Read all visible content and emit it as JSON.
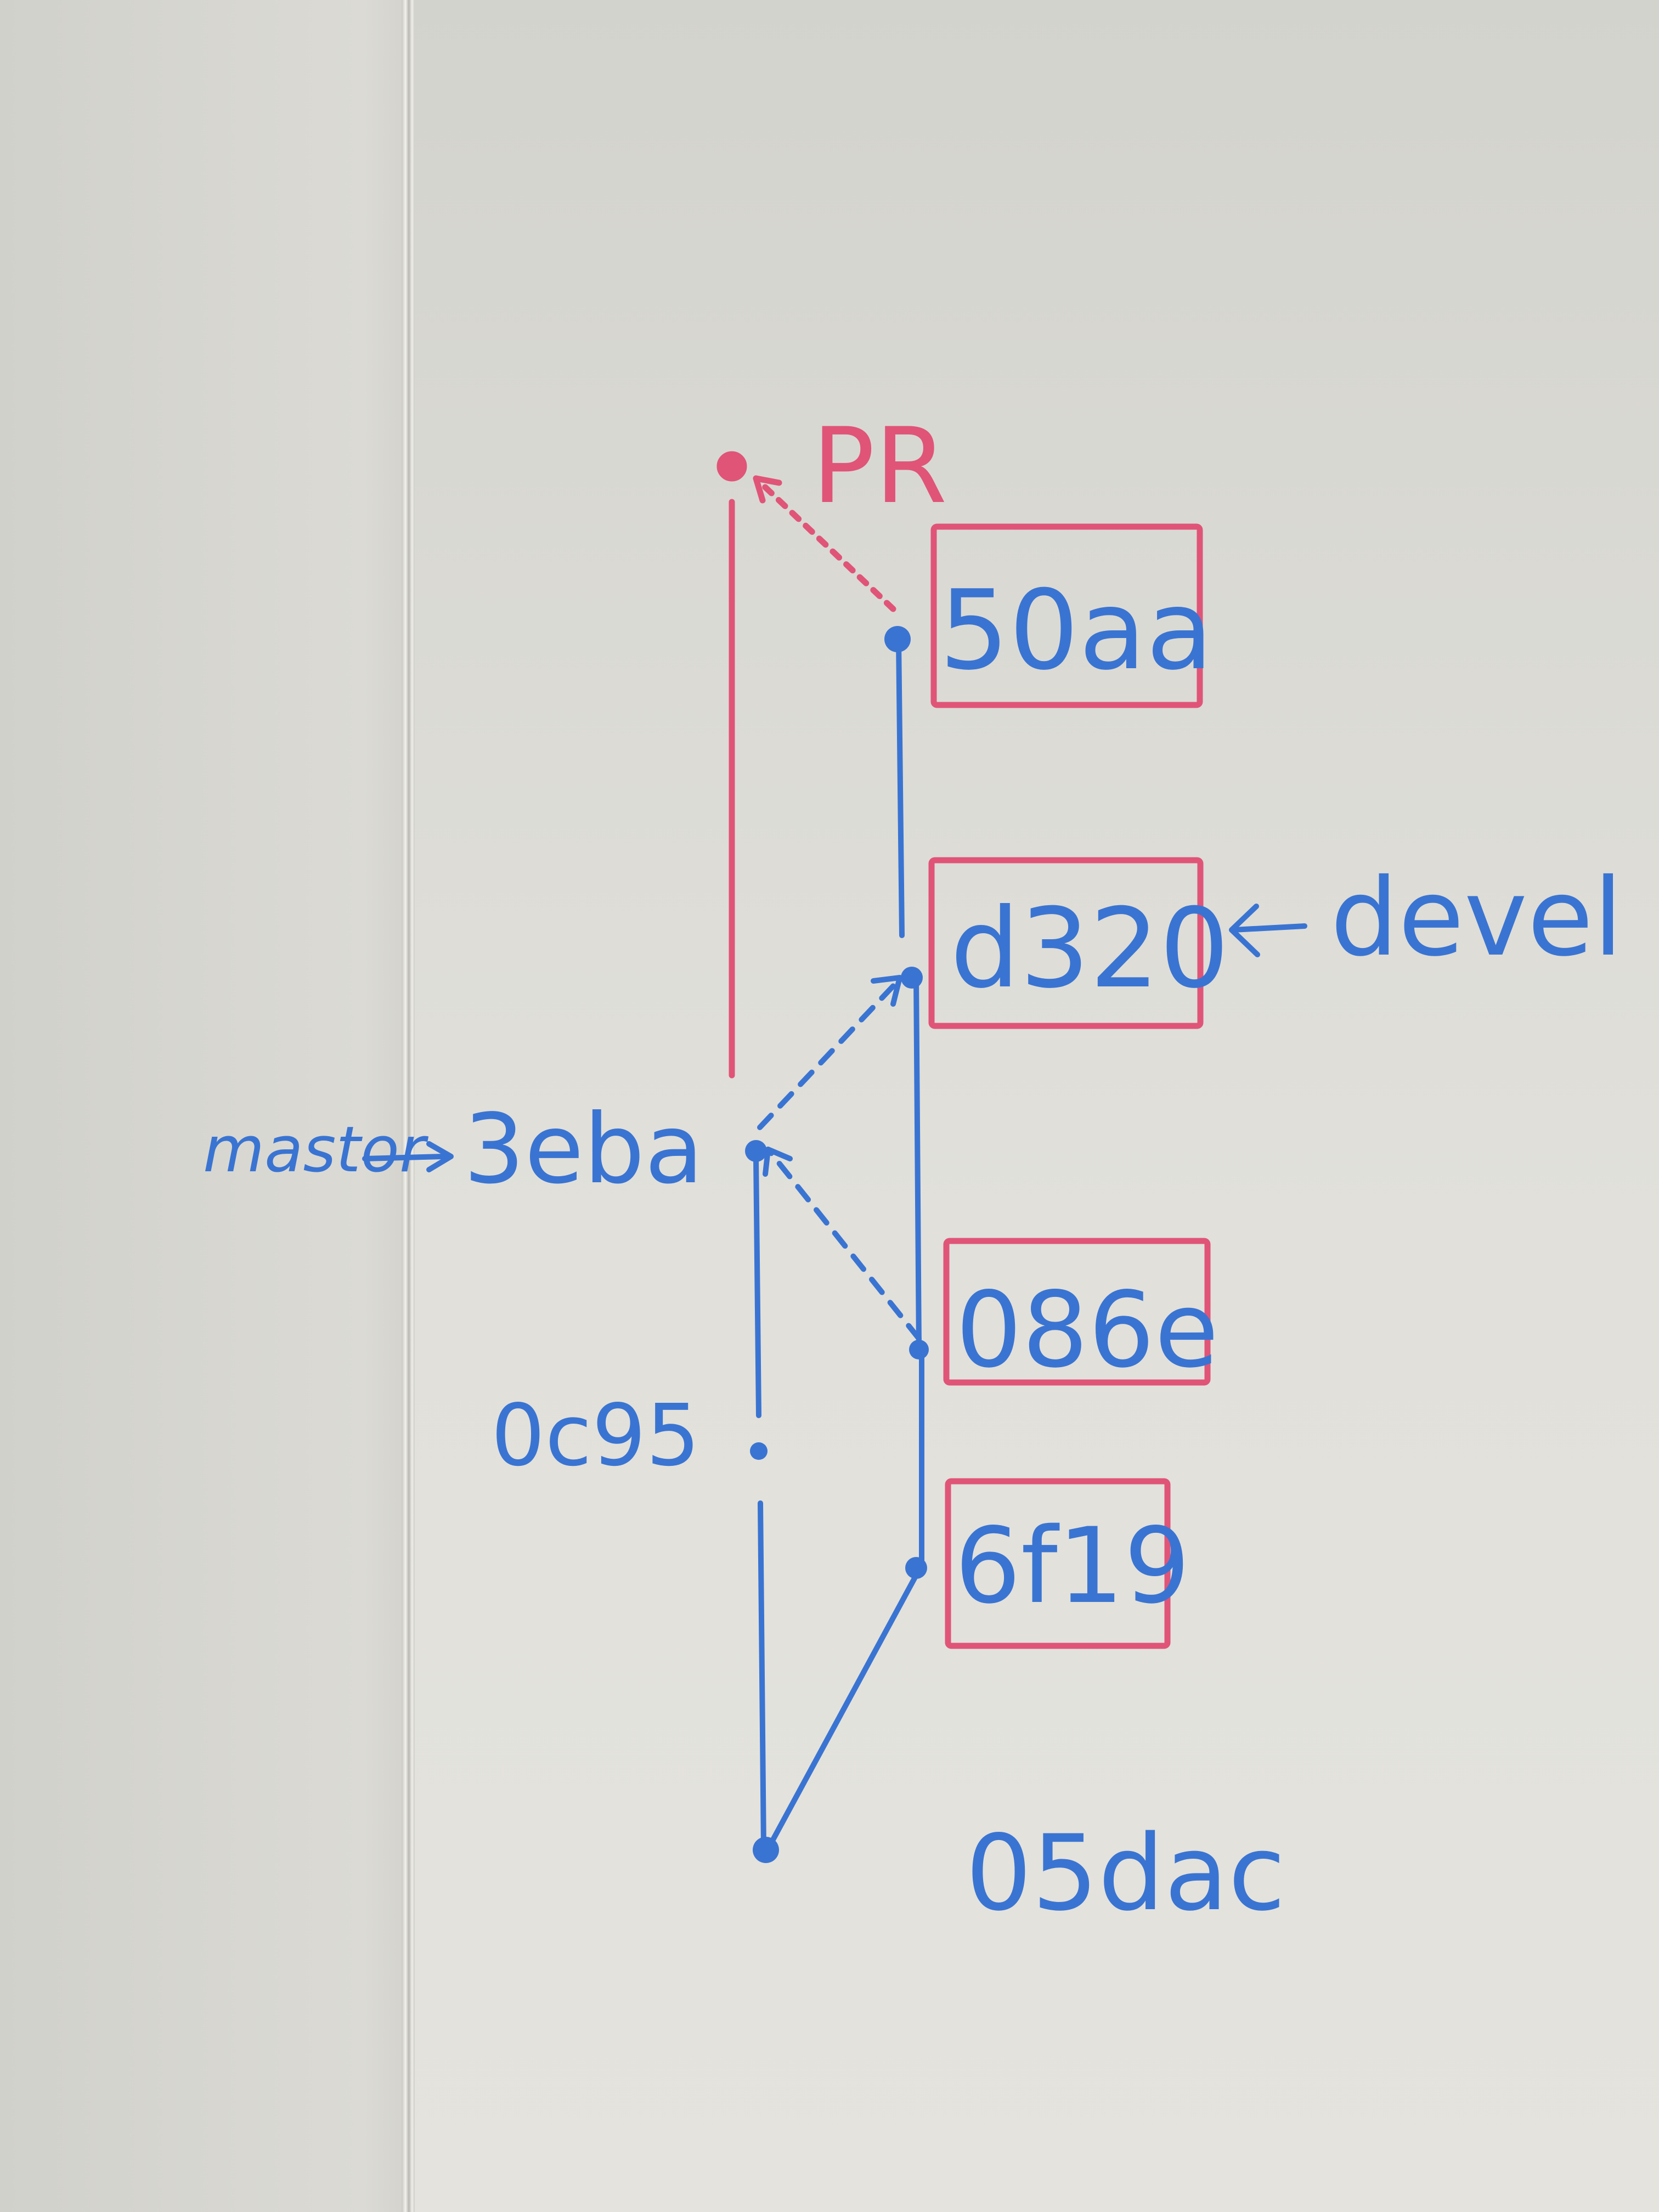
{
  "whiteboard": {
    "pr_label": "PR",
    "devel_label": "devel",
    "master_label": "mastor",
    "commits": {
      "c50aa": "50aa",
      "cd320": "d320",
      "c3eba": "3eba",
      "c086e": "086e",
      "c0c95": "0c95",
      "c6f19": "6f19",
      "c05dac": "05dac"
    },
    "colors": {
      "blue_marker": "#3a74d2",
      "red_marker": "#e05478",
      "board": "#e1e0da"
    }
  }
}
